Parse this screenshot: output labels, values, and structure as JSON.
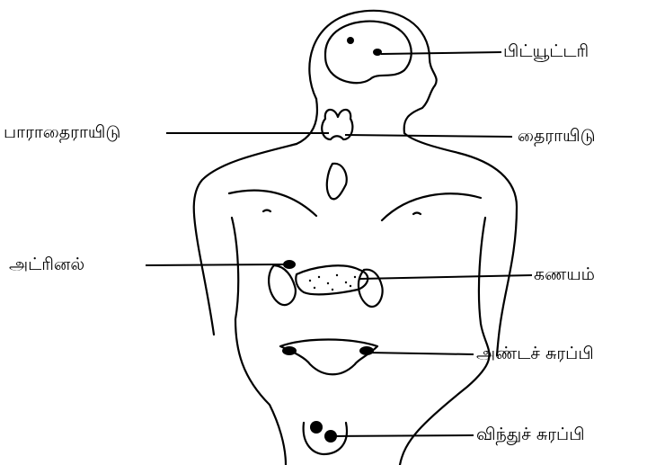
{
  "labels": {
    "pituitary": "பிட்யூட்டரி",
    "parathyroid": "பாராதைராயிடு",
    "thyroid": "தைராயிடு",
    "adrenal": "அட்ரினல்",
    "pancreas": "கணயம்",
    "ovary": "அண்டச் சுரப்பி",
    "testes": "விந்துச் சுரப்பி"
  }
}
